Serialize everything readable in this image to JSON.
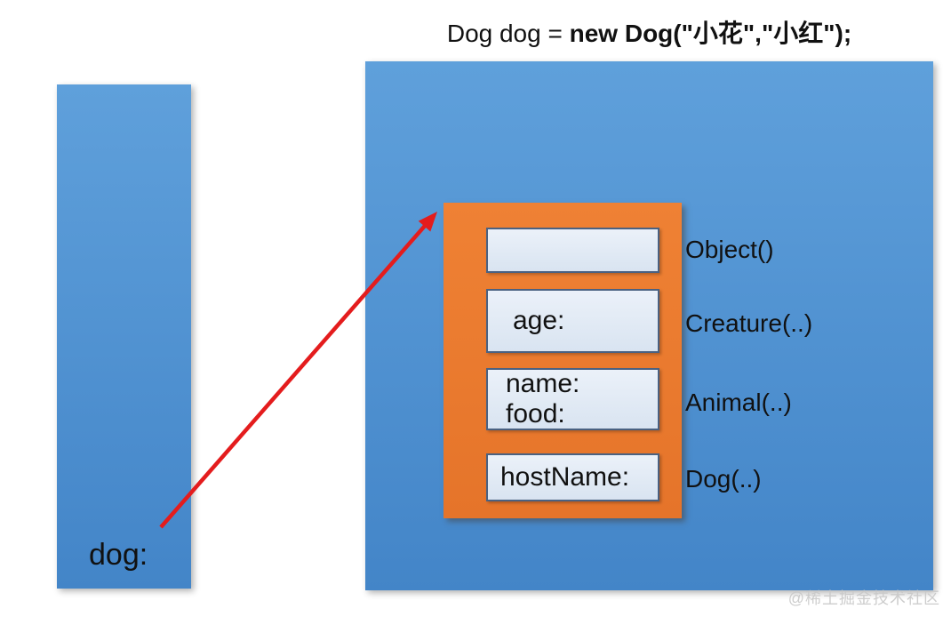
{
  "colors": {
    "blue-top": "#5fa0db",
    "blue-bottom": "#4385c8",
    "orange-top": "#ef8134",
    "orange-bottom": "#e5742a",
    "field-fill-top": "#ebf1f9",
    "field-fill-bottom": "#d9e4f1",
    "field-border": "#4a6181",
    "arrow-red": "#e41c1d",
    "text": "#111111",
    "watermark": "#c8c8c8"
  },
  "code_statement": {
    "normal_part": "Dog dog = ",
    "bold_part": "new Dog(\"小花\",\"小红\");"
  },
  "stack": {
    "variable_label": "dog:"
  },
  "heap": {
    "object_box": {
      "empty_slot": "",
      "age_label": "age:",
      "name_label": "name:",
      "food_label": "food:",
      "hostname_label": "hostName:"
    },
    "constructor_labels": {
      "object": "Object()",
      "creature": "Creature(..)",
      "animal": "Animal(..)",
      "dog": "Dog(..)"
    }
  },
  "watermark": "@稀土掘金技术社区"
}
